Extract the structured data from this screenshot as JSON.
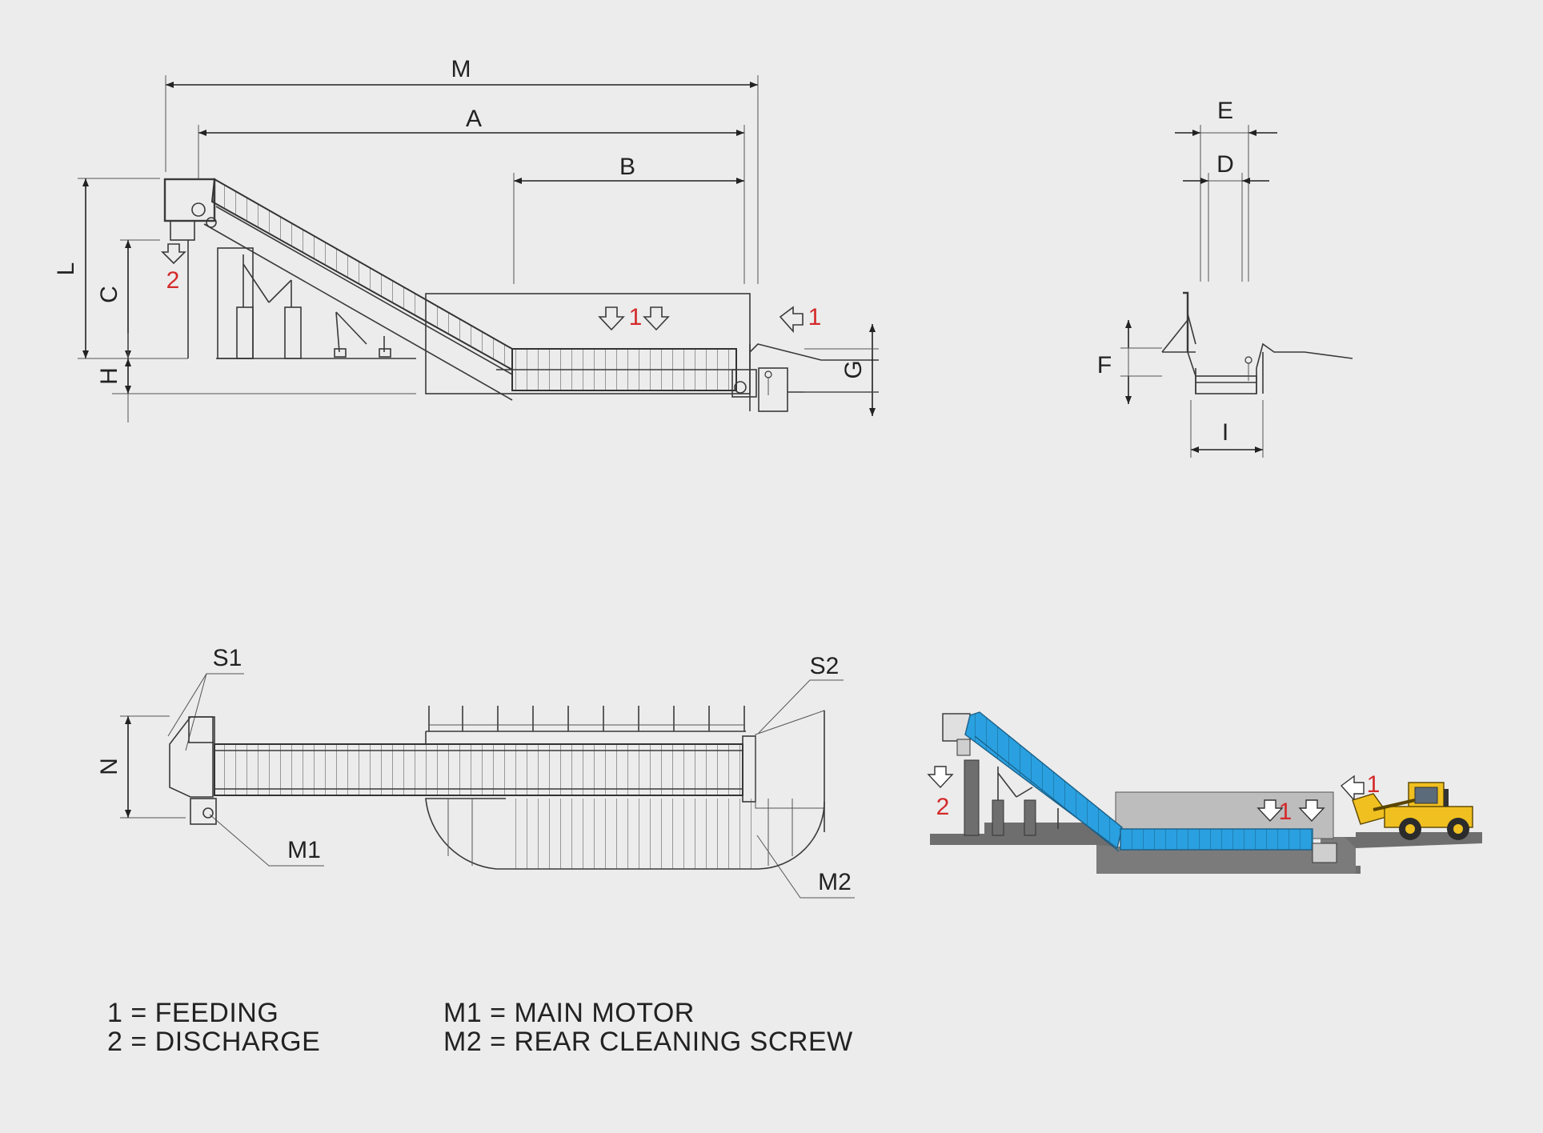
{
  "dimensions": {
    "M": "M",
    "A": "A",
    "B": "B",
    "L": "L",
    "C": "C",
    "H": "H",
    "G": "G",
    "E": "E",
    "D": "D",
    "F": "F",
    "I": "I",
    "N": "N"
  },
  "markers": {
    "feeding_num": "1",
    "discharge_num": "2"
  },
  "components": {
    "S1": "S1",
    "S2": "S2",
    "M1": "M1",
    "M2": "M2"
  },
  "legend": {
    "feeding": "1 = FEEDING",
    "discharge": "2 = DISCHARGE",
    "main_motor": "M1 = MAIN MOTOR",
    "rear_screw": "M2 = REAR CLEANING SCREW"
  },
  "colors": {
    "conveyor_blue": "#2aa0e0",
    "pit_gray": "#6e6e6e",
    "loader_yellow": "#f0c020",
    "marker_red": "#d42a2a"
  }
}
